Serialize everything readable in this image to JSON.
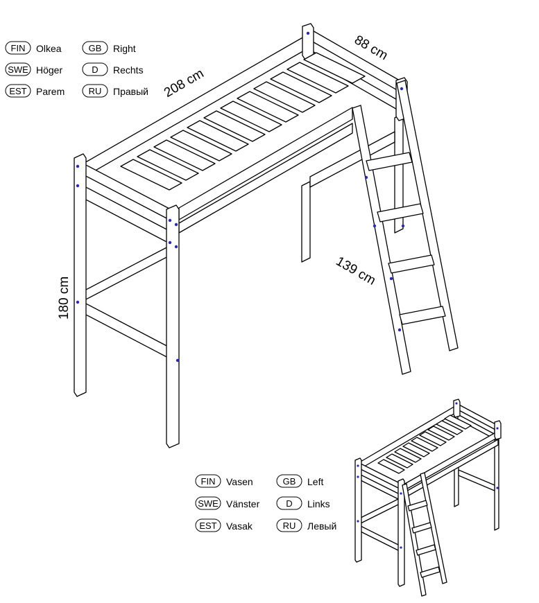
{
  "legend_right": [
    {
      "code": "FIN",
      "text": "Olkea"
    },
    {
      "code": "SWE",
      "text": "Höger"
    },
    {
      "code": "EST",
      "text": "Parem"
    },
    {
      "code": "GB",
      "text": "Right"
    },
    {
      "code": "D",
      "text": "Rechts"
    },
    {
      "code": "RU",
      "text": "Правый"
    }
  ],
  "legend_left": [
    {
      "code": "FIN",
      "text": "Vasen"
    },
    {
      "code": "SWE",
      "text": "Vänster"
    },
    {
      "code": "EST",
      "text": "Vasak"
    },
    {
      "code": "GB",
      "text": "Left"
    },
    {
      "code": "D",
      "text": "Links"
    },
    {
      "code": "RU",
      "text": "Левый"
    }
  ],
  "dimensions": {
    "length": "208 cm",
    "width": "88 cm",
    "height": "180 cm",
    "ladder": "139 cm"
  },
  "colors": {
    "line": "#000000",
    "bolt": "#2b2bb0",
    "background": "#ffffff"
  }
}
